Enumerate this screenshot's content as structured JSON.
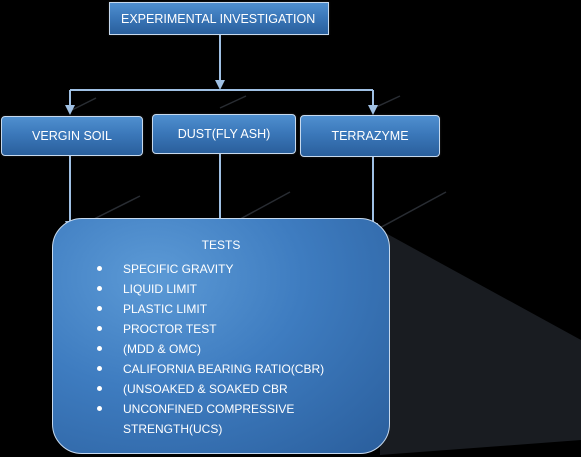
{
  "diagram": {
    "top_box": "EXPERIMENTAL INVESTIGATION",
    "branches": [
      "VERGIN SOIL",
      "DUST(FLY ASH)",
      "TERRAZYME"
    ],
    "tests_title": "TESTS",
    "tests": [
      [
        "SPECIFIC GRAVITY"
      ],
      [
        "LIQUID LIMIT"
      ],
      [
        "PLASTIC LIMIT"
      ],
      [
        "PROCTOR TEST"
      ],
      [
        "(MDD & OMC)"
      ],
      [
        "CALIFORNIA BEARING RATIO(CBR)"
      ],
      [
        "(UNSOAKED & SOAKED CBR"
      ],
      [
        "UNCONFINED COMPRESSIVE",
        "STRENGTH(UCS)"
      ]
    ]
  },
  "colors": {
    "background": "#000000",
    "box_fill": "#3b78ba",
    "box_border": "#c6d9ee",
    "arrow": "#9fc0e4"
  }
}
